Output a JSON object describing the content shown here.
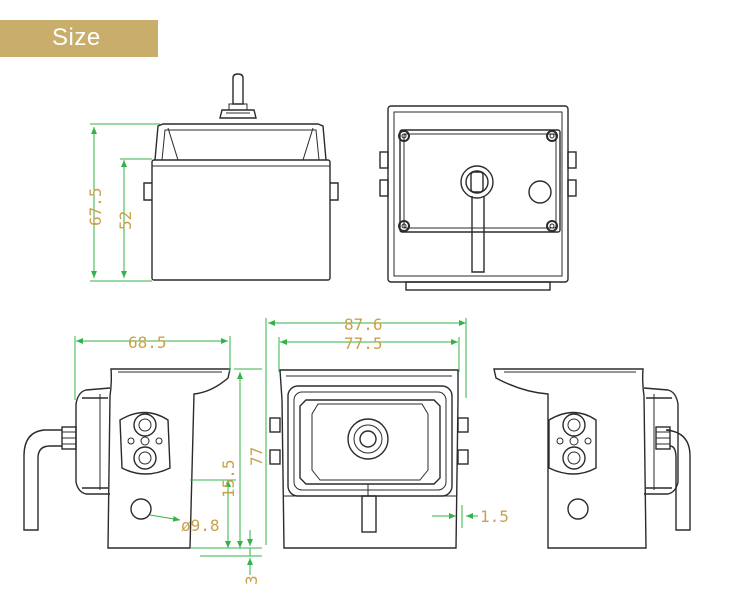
{
  "banner": {
    "title": "Size"
  },
  "dimensions": {
    "total_height": "67.5",
    "body_height": "52",
    "side_depth": "68.5",
    "total_width": "87.6",
    "body_width": "77.5",
    "front_height": "77",
    "lens_offset": "15.5",
    "hole_diameter": "ø9.8",
    "base_gap": "3",
    "bezel_step": "1.5"
  },
  "colors": {
    "banner": "#c9ad6b",
    "dimension_text": "#c9a24a",
    "dimension_line": "#33b34a",
    "outline": "#2b2b2b"
  }
}
